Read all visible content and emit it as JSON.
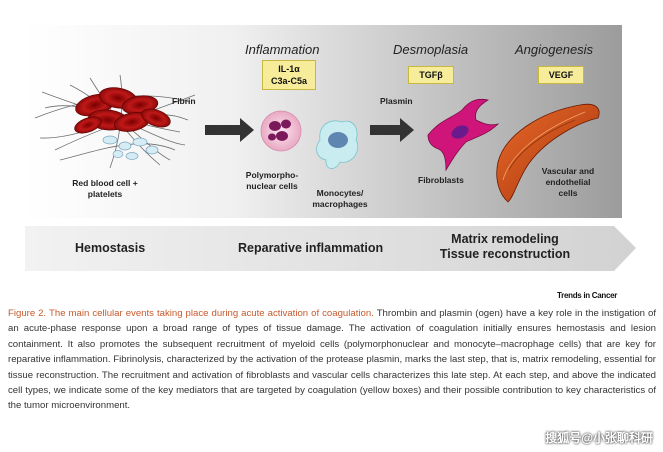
{
  "stages": {
    "inflammation": "Inflammation",
    "desmoplasia": "Desmoplasia",
    "angiogenesis": "Angiogenesis"
  },
  "mediators": {
    "inflammation_line1": "IL-1α",
    "inflammation_line2": "C3a-C5a",
    "desmoplasia": "TGFβ",
    "angiogenesis": "VEGF"
  },
  "labels": {
    "fibrin": "Fibrin",
    "rbc_line1": "Red blood cell +",
    "rbc_line2": "platelets",
    "plasmin": "Plasmin",
    "pmn_line1": "Polymorpho-",
    "pmn_line2": "nuclear cells",
    "mono_line1": "Monocytes/",
    "mono_line2": "macrophages",
    "fibroblasts": "Fibroblasts",
    "vascular_line1": "Vascular and",
    "vascular_line2": "endothelial",
    "vascular_line3": "cells"
  },
  "phases": {
    "hemostasis": "Hemostasis",
    "reparative": "Reparative inflammation",
    "matrix": "Matrix remodeling",
    "tissue": "Tissue reconstruction"
  },
  "brand": "Trends in Cancer",
  "caption": {
    "title": "Figure 2. The main cellular events taking place during acute activation of coagulation.",
    "body": " Thrombin and plasmin (ogen) have a key role in the instigation of an acute-phase response upon a broad range of types of tissue damage. The activation of coagulation initially ensures hemostasis and lesion containment. It also promotes the subsequent recruitment of myeloid cells (polymorphonuclear and monocyte–macrophage cells) that are key for reparative inflammation. Fibrinolysis, characterized by the activation of the protease plasmin, marks the last step, that is, matrix remodeling, essential for tissue reconstruction. The recruitment and activation of fibroblasts and vascular cells characterizes this late step. At each step, and above the indicated cell types, we indicate some of the key mediators that are targeted by coagulation (yellow boxes) and their possible contribution to key characteristics of the tumor microenvironment."
  },
  "watermark": "搜狐号@小张聊科研",
  "colors": {
    "mediator_box": "#f6ec9a",
    "caption_title": "#c75a2c",
    "arrow": "#333333"
  }
}
